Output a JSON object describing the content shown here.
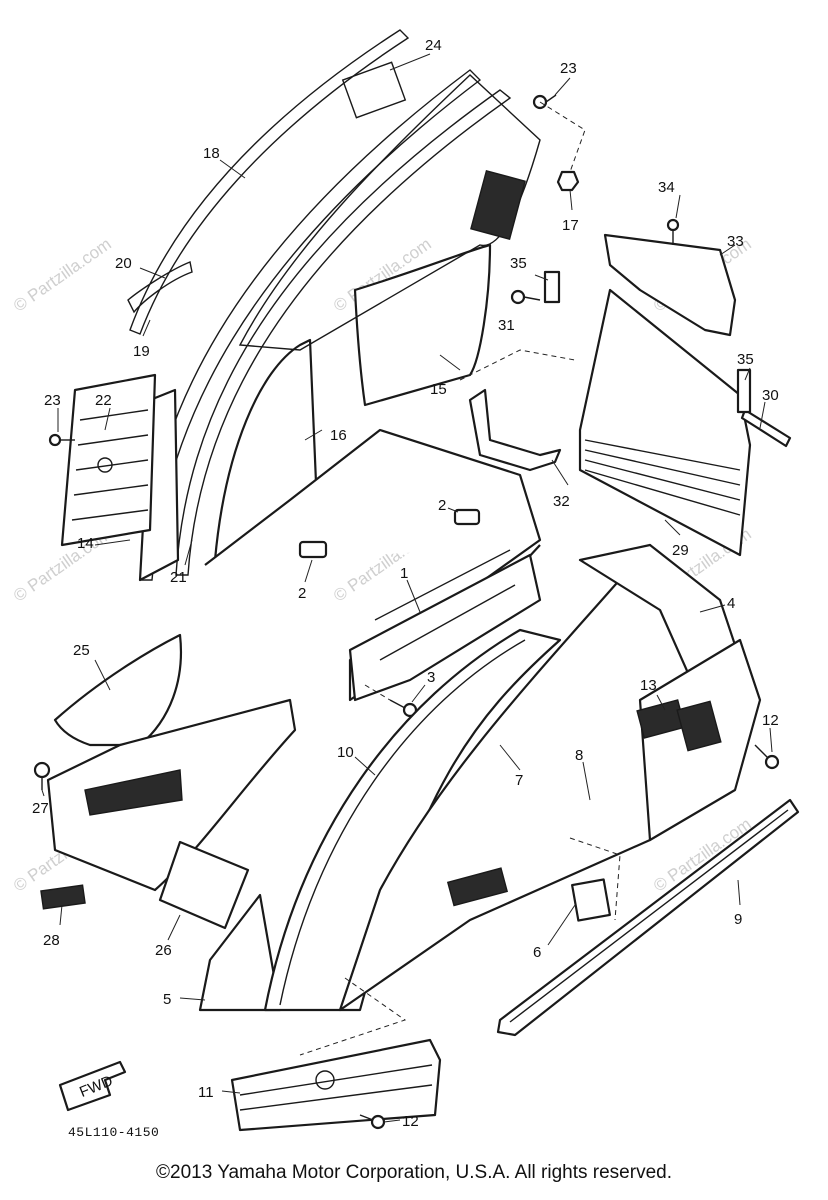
{
  "diagram": {
    "callouts": {
      "n1": "1",
      "n2a": "2",
      "n2b": "2",
      "n3": "3",
      "n4": "4",
      "n5": "5",
      "n6": "6",
      "n7": "7",
      "n8": "8",
      "n9": "9",
      "n10": "10",
      "n11": "11",
      "n12a": "12",
      "n12b": "12",
      "n13": "13",
      "n14": "14",
      "n15": "15",
      "n16": "16",
      "n17": "17",
      "n18": "18",
      "n19": "19",
      "n20": "20",
      "n21": "21",
      "n22": "22",
      "n23a": "23",
      "n23b": "23",
      "n24": "24",
      "n25": "25",
      "n26": "26",
      "n27": "27",
      "n28": "28",
      "n29": "29",
      "n30": "30",
      "n31": "31",
      "n32": "32",
      "n33": "33",
      "n34": "34",
      "n35a": "35",
      "n35b": "35"
    },
    "fwd_label": "FWD",
    "drawing_code": "45L110-4150"
  },
  "watermark": "© Partzilla.com",
  "footer": {
    "copyright": "©2013 Yamaha Motor Corporation, U.S.A. All rights reserved."
  }
}
